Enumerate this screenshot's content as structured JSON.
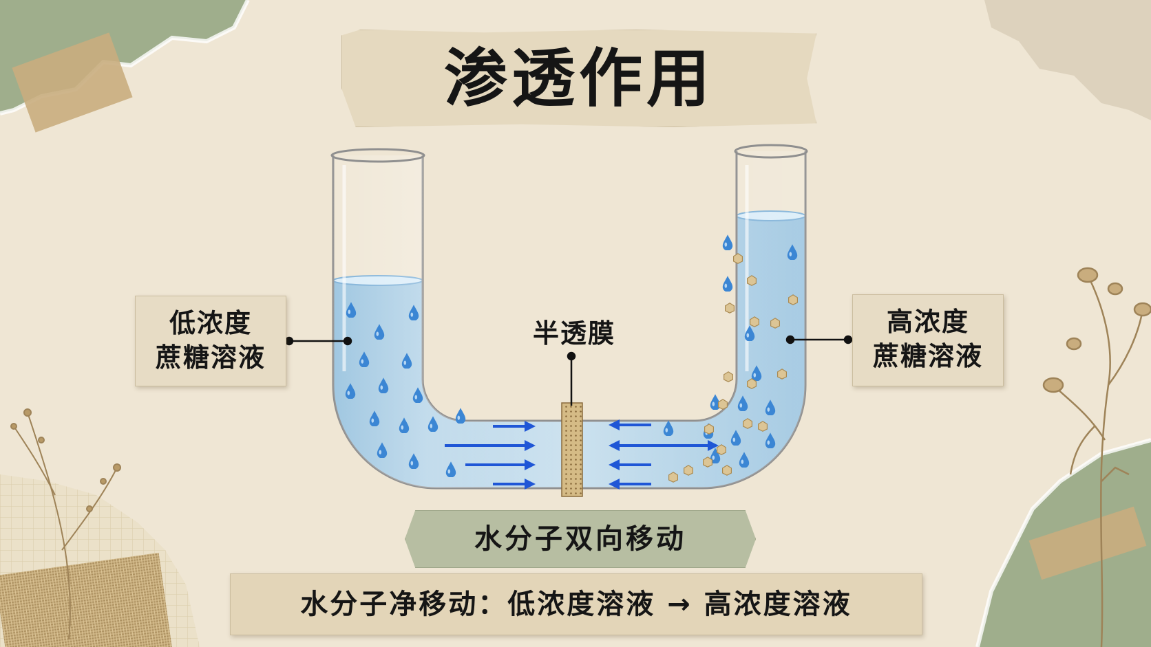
{
  "title": "渗透作用",
  "left_label": {
    "line1": "低浓度",
    "line2": "蔗糖溶液"
  },
  "right_label": {
    "line1": "高浓度",
    "line2": "蔗糖溶液"
  },
  "membrane_label": "半透膜",
  "bidirectional_caption": "水分子双向移动",
  "net_caption": "水分子净移动：低浓度溶液 → 高浓度溶液",
  "colors": {
    "background": "#efe6d4",
    "paper_green": "#9fae8c",
    "water": "#a9cde6",
    "arrow_blue": "#1f56d6",
    "water_drop": "#3b86d4",
    "sugar_particle": "#d8c28f",
    "membrane": "#c7a774"
  },
  "icons": [
    "water-drop-icon",
    "sugar-particle-icon",
    "arrow-right-icon",
    "arrow-left-icon",
    "dried-flower-decoration"
  ]
}
